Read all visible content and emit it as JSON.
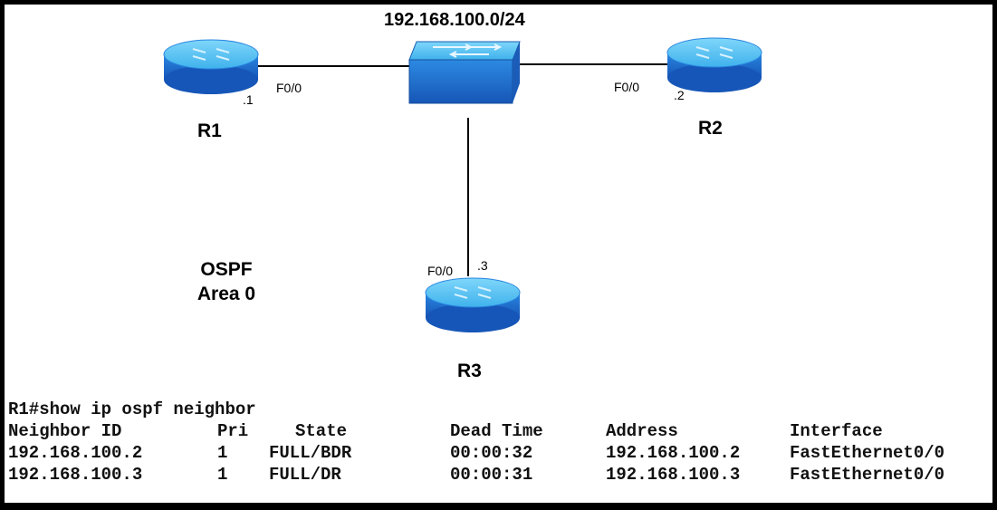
{
  "network_label": "192.168.100.0/24",
  "routers": [
    {
      "name": "R1",
      "interface": "F0/0",
      "host": ".1"
    },
    {
      "name": "R2",
      "interface": "F0/0",
      "host": ".2"
    },
    {
      "name": "R3",
      "interface": "F0/0",
      "host": ".3"
    }
  ],
  "area": {
    "line1": "OSPF",
    "line2": "Area 0"
  },
  "cli": {
    "command": "R1#show ip ospf neighbor",
    "headers": [
      "Neighbor ID",
      "Pri",
      "State",
      "Dead Time",
      "Address",
      "Interface"
    ],
    "rows": [
      [
        "192.168.100.2",
        "1",
        "FULL/BDR",
        "00:00:32",
        "192.168.100.2",
        "FastEthernet0/0"
      ],
      [
        "192.168.100.3",
        "1",
        "FULL/DR",
        "00:00:31",
        "192.168.100.3",
        "FastEthernet0/0"
      ]
    ]
  },
  "colors": {
    "device_top": "#5cc4f2",
    "device_side": "#1f6fd0",
    "device_mark": "#cfeeff",
    "link": "#000000"
  }
}
